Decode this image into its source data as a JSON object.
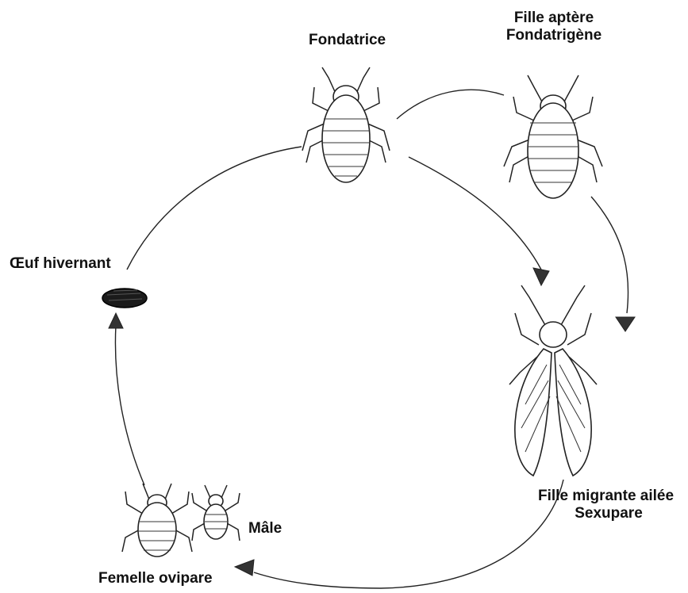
{
  "labels": {
    "fondatrice": "Fondatrice",
    "fille_aptere_line1": "Fille aptère",
    "fille_aptere_line2": "Fondatrigène",
    "oeuf": "Œuf hivernant",
    "fille_migrante_line1": "Fille migrante ailée",
    "fille_migrante_line2": "Sexupare",
    "male": "Mâle",
    "femelle": "Femelle ovipare"
  },
  "icons": [
    "fondatrice-aphid-icon",
    "fille-aptere-aphid-icon",
    "winged-aphid-icon",
    "oviparous-female-aphid-icon",
    "male-aphid-icon",
    "overwintering-egg-icon"
  ]
}
